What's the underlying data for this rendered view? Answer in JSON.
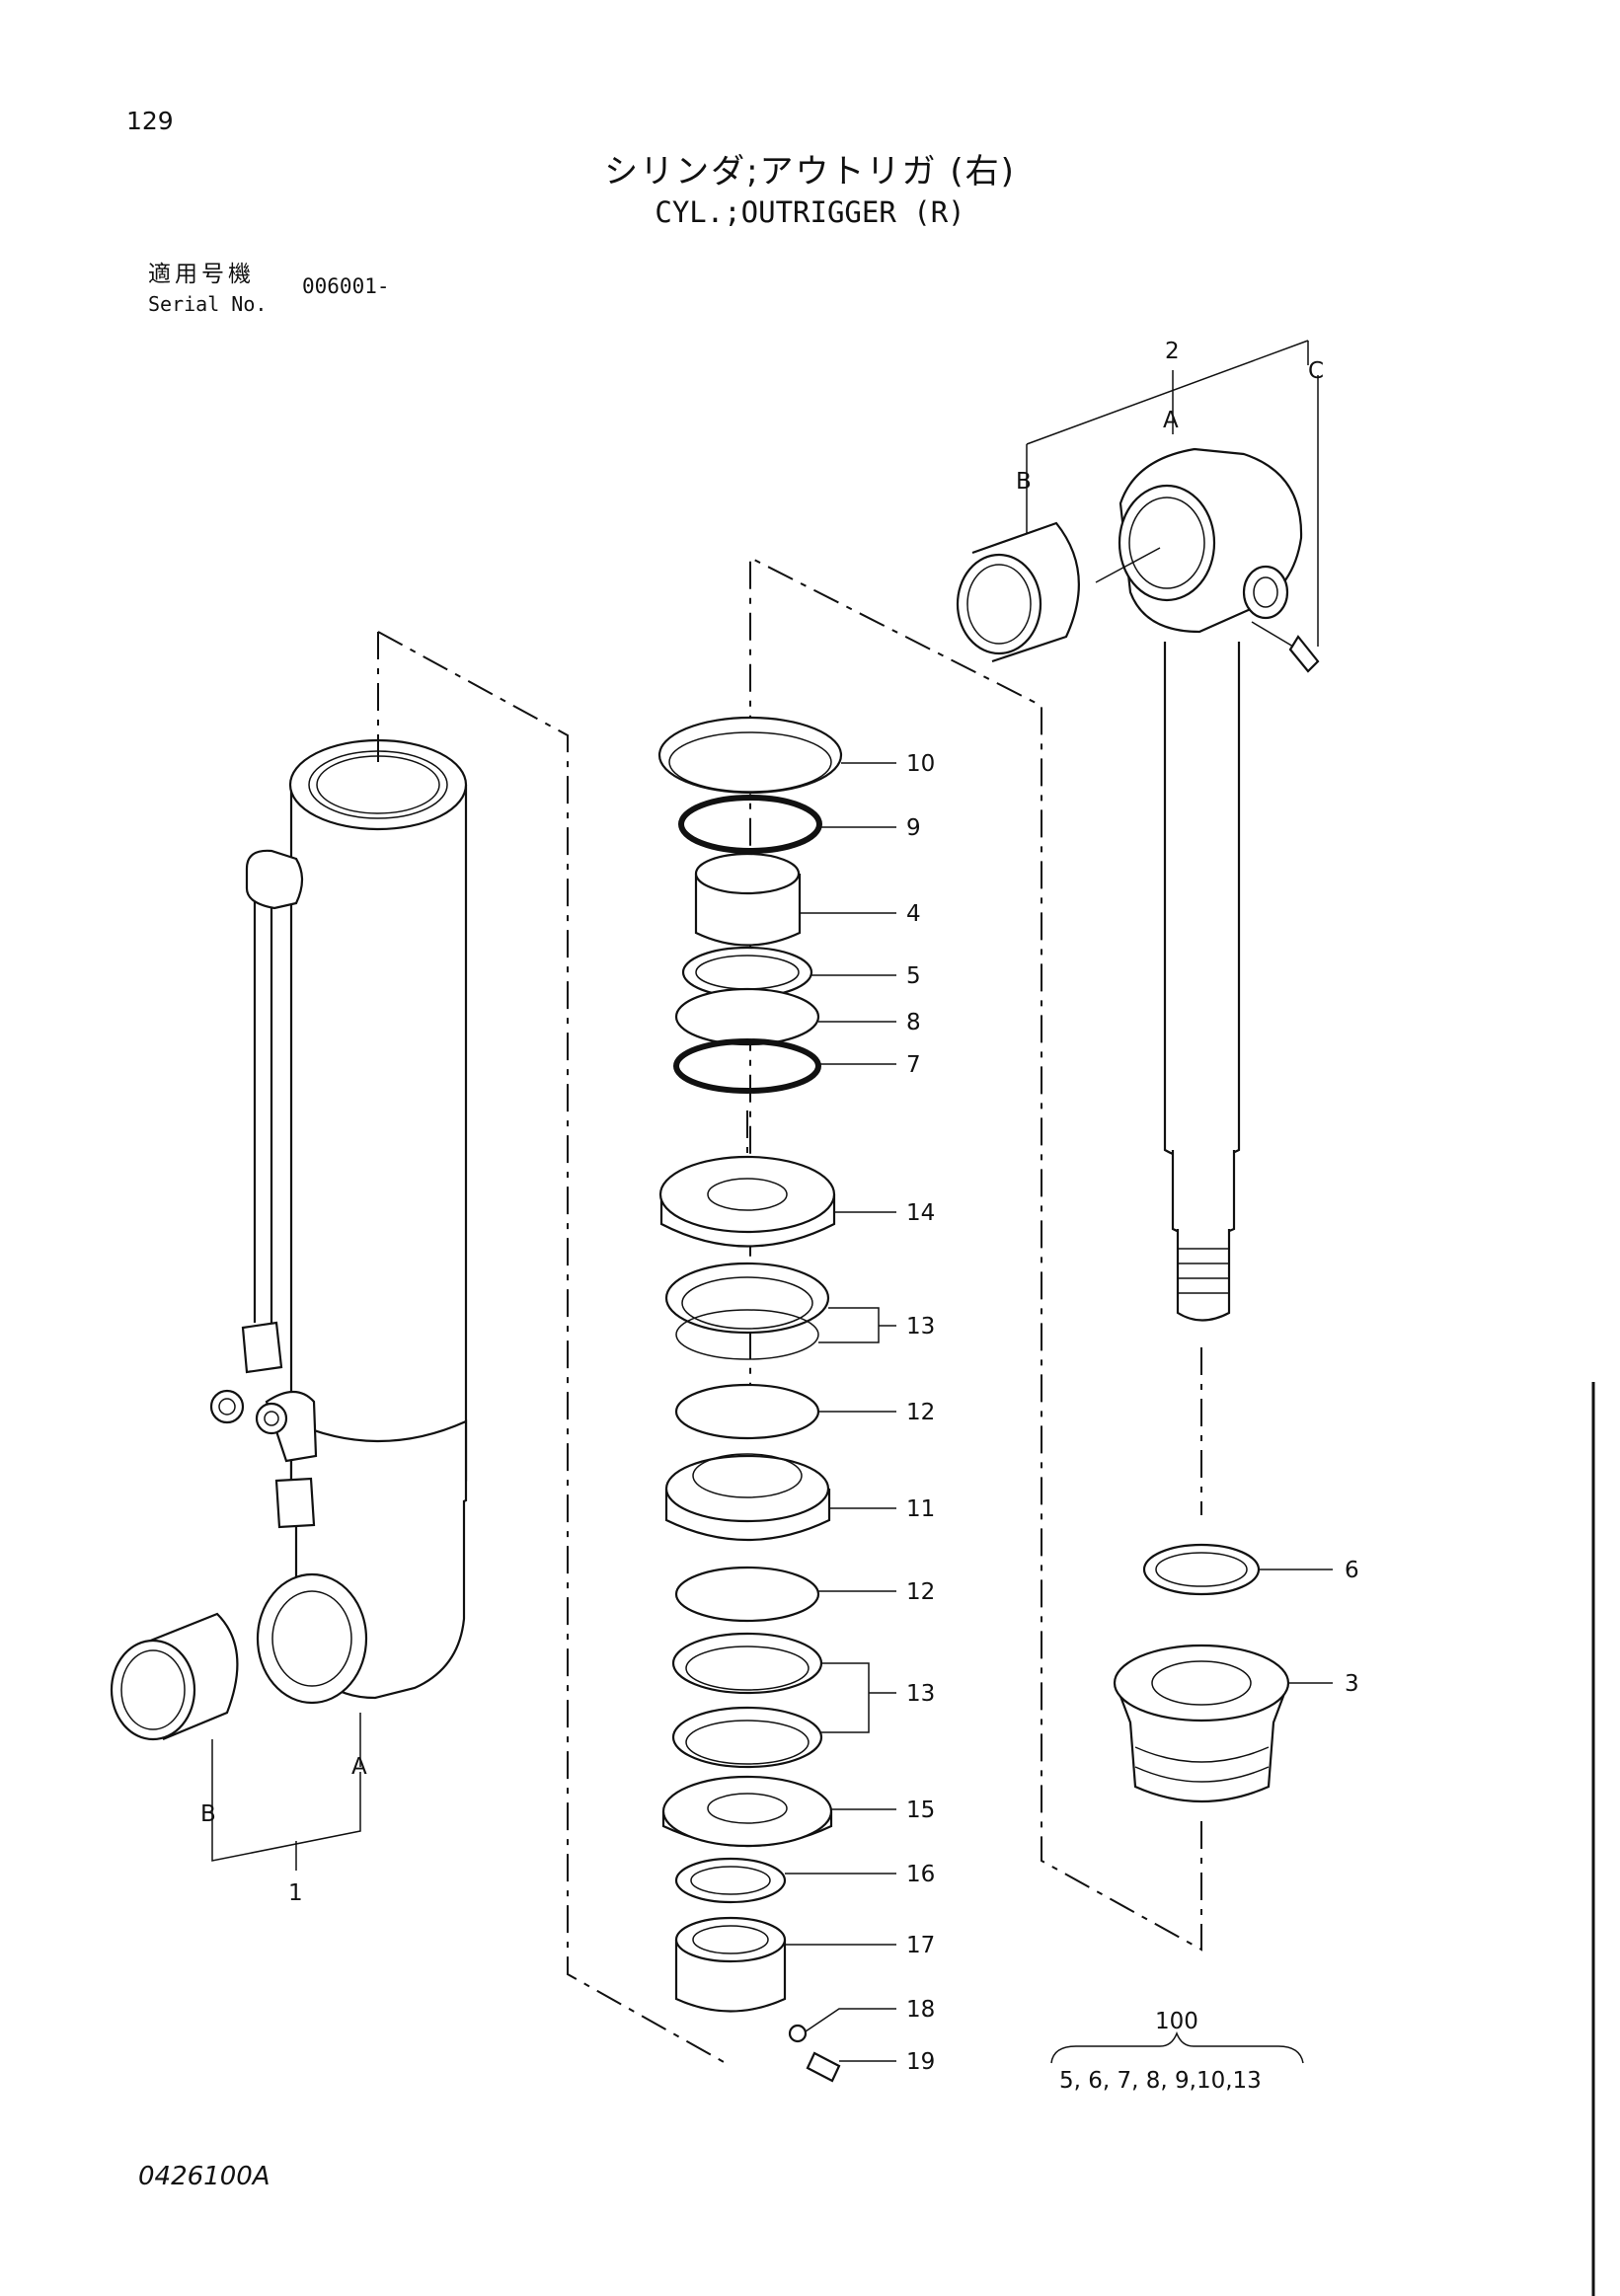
{
  "header": {
    "page_number": "129",
    "title_jp": "シリンダ;アウトリガ (右)",
    "title_en": "CYL.;OUTRIGGER (R)",
    "serial_label_jp": "適用号機",
    "serial_label_en": "Serial No.",
    "serial_value": "006001-"
  },
  "callouts": {
    "p1": "1",
    "p2": "2",
    "p3": "3",
    "p4": "4",
    "p5": "5",
    "p6": "6",
    "p7": "7",
    "p8": "8",
    "p9": "9",
    "p10": "10",
    "p11": "11",
    "p12a": "12",
    "p12b": "12",
    "p13a": "13",
    "p13b": "13",
    "p14": "14",
    "p15": "15",
    "p16": "16",
    "p17": "17",
    "p18": "18",
    "p19": "19",
    "letter_a_tube": "A",
    "letter_b_tube": "B",
    "letter_a_rod": "A",
    "letter_b_rod": "B",
    "letter_c_rod": "C"
  },
  "kit": {
    "number": "100",
    "contents": "5, 6, 7, 8, 9,10,13"
  },
  "footer": {
    "drawing_number": "0426100A"
  }
}
